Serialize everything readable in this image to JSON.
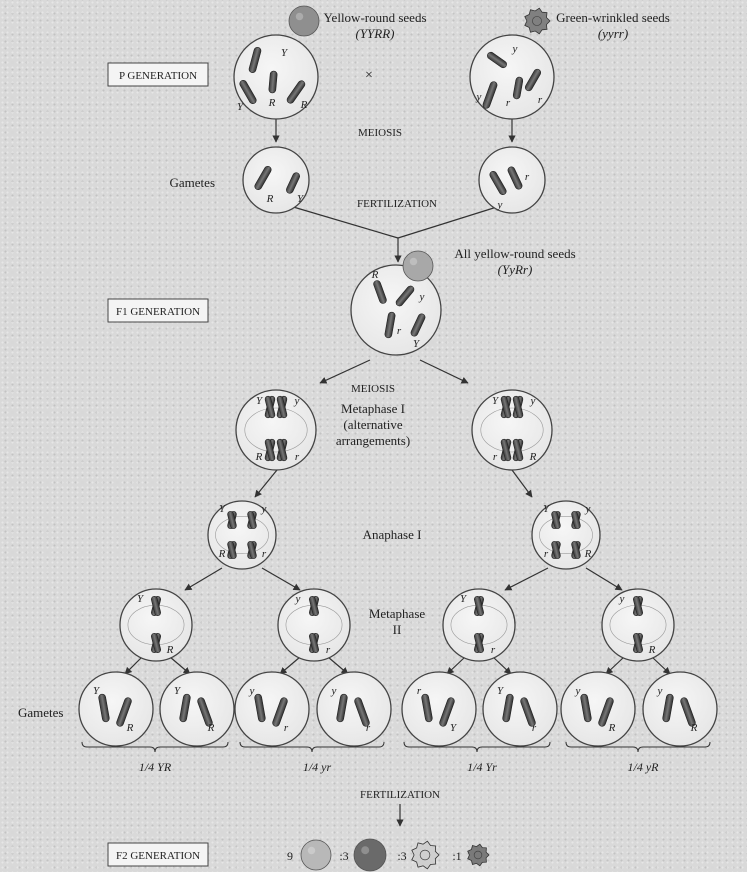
{
  "labels": {
    "p_generation": "P GENERATION",
    "f1_generation": "F1 GENERATION",
    "f2_generation": "F2 GENERATION",
    "parent1_seed": "Yellow-round seeds",
    "parent1_genotype": "(YYRR)",
    "parent2_seed": "Green-wrinkled seeds",
    "parent2_genotype": "(yyrr)",
    "cross_symbol": "×",
    "meiosis_top": "MEIOSIS",
    "gametes_top": "Gametes",
    "fertilization_top": "FERTILIZATION",
    "f1_seed": "All yellow-round seeds",
    "f1_genotype": "(YyRr)",
    "meiosis_mid": "MEIOSIS",
    "metaphase1_line1": "Metaphase I",
    "metaphase1_line2": "(alternative",
    "metaphase1_line3": "arrangements)",
    "anaphase1": "Anaphase I",
    "metaphase2_line1": "Metaphase",
    "metaphase2_line2": "II",
    "gametes_bottom": "Gametes",
    "fertilization_bottom": "FERTILIZATION"
  },
  "gamete_groups": [
    {
      "fraction": "1/4",
      "genotype": "YR"
    },
    {
      "fraction": "1/4",
      "genotype": "yr"
    },
    {
      "fraction": "1/4",
      "genotype": "Yr"
    },
    {
      "fraction": "1/4",
      "genotype": "yR"
    }
  ],
  "f2_ratio": [
    {
      "count": "9",
      "phenotype": "yellow-round",
      "color": "#b8b8b8"
    },
    {
      "count": ":3",
      "phenotype": "yellow-wrinkled",
      "color": "#6a6a6a"
    },
    {
      "count": ":3",
      "phenotype": "green-round",
      "color": "#cfcfcf"
    },
    {
      "count": ":1",
      "phenotype": "green-wrinkled",
      "color": "#7a7a7a"
    }
  ],
  "alleles": {
    "parent1": [
      "Y",
      "R",
      "Y",
      "R"
    ],
    "parent2": [
      "y",
      "r",
      "y",
      "r"
    ],
    "gamete1": [
      "R",
      "Y"
    ],
    "gamete2": [
      "y",
      "r"
    ],
    "f1": [
      "R",
      "y",
      "r",
      "Y"
    ],
    "meta1_left": [
      "Y",
      "y",
      "R",
      "r"
    ],
    "meta1_right": [
      "Y",
      "y",
      "r",
      "R"
    ],
    "ana_left": [
      "Y",
      "y",
      "R",
      "r"
    ],
    "ana_right": [
      "Y",
      "y",
      "r",
      "R"
    ],
    "meta2": [
      "Y",
      "R",
      "y",
      "r",
      "Y",
      "r",
      "y",
      "R"
    ],
    "gametes_final": [
      [
        "Y",
        "R"
      ],
      [
        "Y",
        "R"
      ],
      [
        "y",
        "r"
      ],
      [
        "y",
        "r"
      ],
      [
        "r",
        "Y"
      ],
      [
        "Y",
        "r"
      ],
      [
        "y",
        "R"
      ],
      [
        "y",
        "R"
      ]
    ]
  }
}
